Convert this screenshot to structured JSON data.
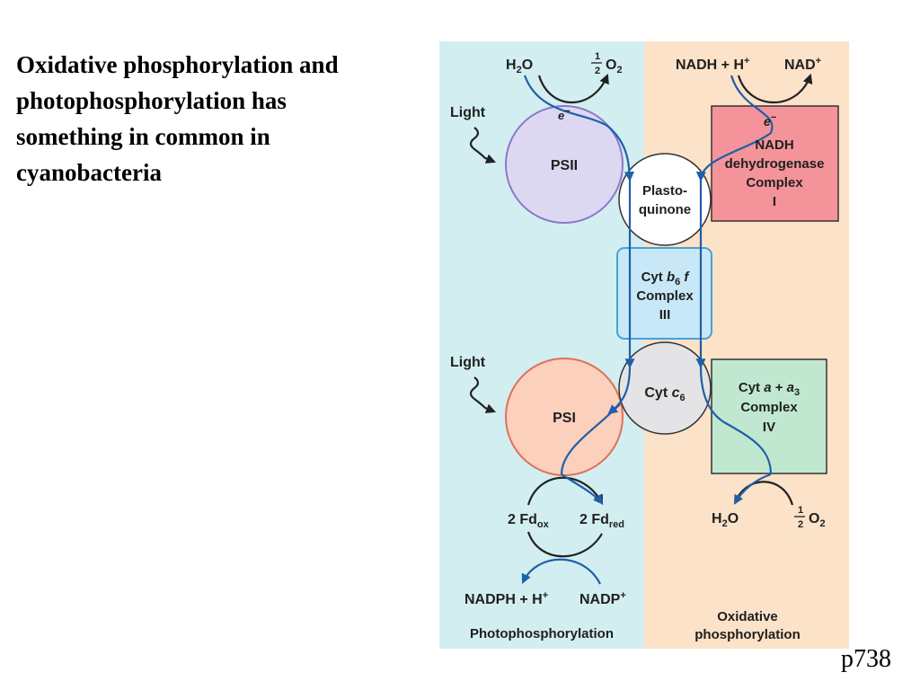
{
  "slide": {
    "heading": "Oxidative phosphorylation and\nphotophosphorylation has\nsomething in common in\ncyanobacteria",
    "page_ref": "p738"
  },
  "colors": {
    "photo_panel": "#d2eef0",
    "oxid_panel": "#fbe2c8",
    "psii_fill": "#dcd8f2",
    "psii_stroke": "#8c78c8",
    "psi_fill": "#fbd0bc",
    "psi_stroke": "#e0705a",
    "complex1_fill": "#f4949a",
    "cytb6f_fill": "#c8e8f8",
    "cytb6f_stroke": "#4aa0d8",
    "cytc6_fill": "#e4e4e6",
    "complex4_fill": "#c0e8d0",
    "flow_arrow": "#1f5fa8"
  },
  "photophosphorylation": {
    "panel_label": "Photophosphorylation",
    "light_label_top": "Light",
    "light_label_bottom": "Light",
    "psii": "PSII",
    "psi": "PSI",
    "electron_label": "e",
    "electron_charge": "−",
    "water": {
      "h": "H",
      "sub": "2",
      "o": "O"
    },
    "half_oxygen": {
      "num": "1",
      "den": "2",
      "o": "O",
      "sub": "2"
    },
    "fd_ox": {
      "main": "2 Fd",
      "sub": "ox"
    },
    "fd_red": {
      "main": "2 Fd",
      "sub": "red"
    },
    "nadph": {
      "main": "NADPH + H",
      "sup": "+"
    },
    "nadp": {
      "main": "NADP",
      "sup": "+"
    }
  },
  "shared": {
    "plastoquinone_line1": "Plasto-",
    "plastoquinone_line2": "quinone",
    "cyt_b6f": {
      "pre": "Cyt ",
      "b": "b",
      "sub": "6",
      "f": " f",
      "line2": "Complex",
      "line3": "III"
    },
    "cyt_c6": {
      "pre": "Cyt ",
      "c": "c",
      "sub": "6"
    }
  },
  "oxidative_phosphorylation": {
    "panel_label_line1": "Oxidative",
    "panel_label_line2": "phosphorylation",
    "nadh": {
      "main": "NADH + H",
      "sup": "+"
    },
    "nad": {
      "main": "NAD",
      "sup": "+"
    },
    "electron_label": "e",
    "electron_charge": "−",
    "complex1_line1": "NADH",
    "complex1_line2": "dehydrogenase",
    "complex1_line3": "Complex",
    "complex1_line4": "I",
    "complex4": {
      "pre": "Cyt ",
      "a": "a",
      "plus": " +  ",
      "a3": "a",
      "sub": "3",
      "line2": "Complex",
      "line3": "IV"
    },
    "water": {
      "h": "H",
      "sub": "2",
      "o": "O"
    },
    "half_oxygen": {
      "num": "1",
      "den": "2",
      "o": "O",
      "sub": "2"
    }
  }
}
